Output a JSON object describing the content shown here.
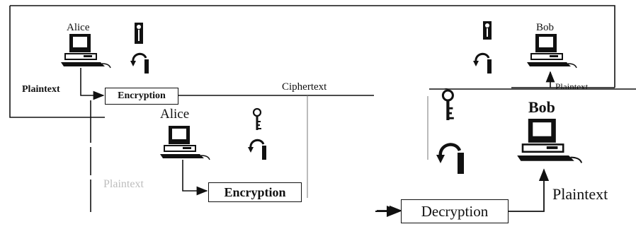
{
  "panel_back": {
    "sender_name": "Alice",
    "receiver_name": "Bob",
    "plaintext_left": "Plaintext",
    "encryption_label": "Encryption",
    "ciphertext_label": "Ciphertext",
    "plaintext_right": "Plaintext"
  },
  "panel_front": {
    "sender_name": "Alice",
    "receiver_name": "Bob",
    "plaintext_left": "Plaintext",
    "encryption_label": "Encryption",
    "decryption_label": "Decryption",
    "plaintext_right": "Plaintext"
  },
  "icons": [
    "computer-icon",
    "key-icon",
    "lock-rotate-icon",
    "arrow-icon"
  ]
}
